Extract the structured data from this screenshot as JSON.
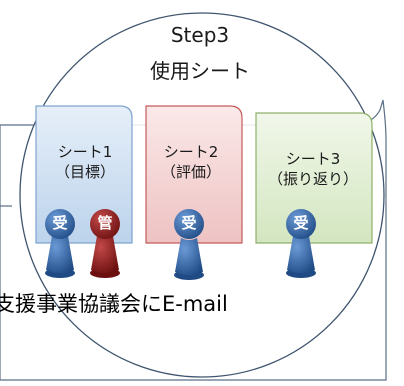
{
  "step": {
    "title": "Step3",
    "subtitle": "使用シート"
  },
  "sheets": [
    {
      "line1": "シート1",
      "line2": "（目標）",
      "color": "#cfe0f2"
    },
    {
      "line1": "シート2",
      "line2": "（評価）",
      "color": "#f4d3d3"
    },
    {
      "line1": "シート3",
      "line2": "（振り返り）",
      "color": "#e2efd5"
    }
  ],
  "pins": [
    {
      "label": "受",
      "color": "#2e5c99"
    },
    {
      "label": "管",
      "color": "#8c1a1a"
    },
    {
      "label": "受",
      "color": "#2e5c99"
    },
    {
      "label": "受",
      "color": "#2e5c99"
    }
  ],
  "bottom_text": "支援事業協議会にE-mail"
}
